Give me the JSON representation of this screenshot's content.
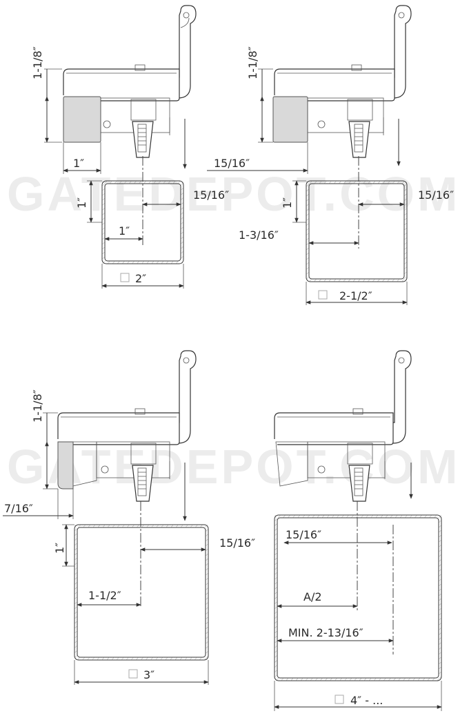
{
  "watermark": "GATEDEPOT.COM",
  "views": [
    {
      "id": "2in",
      "height": "1-1/8″",
      "side": "1″",
      "offset": "15/16″",
      "tube_half": "1″",
      "center": "1″",
      "tube": "2″"
    },
    {
      "id": "2-5in",
      "height": "1-1/8″",
      "side": "15/16″",
      "offset": "15/16″",
      "tube_half": "1″",
      "center": "1-3/16″",
      "tube": "2-1/2″"
    },
    {
      "id": "3in",
      "height": "1-1/8″",
      "side": "7/16″",
      "offset": "15/16″",
      "tube_half": "1″",
      "center": "1-1/2″",
      "tube": "3″"
    },
    {
      "id": "4in",
      "offset": "15/16″",
      "center": "A/2",
      "min": "MIN. 2-13/16″",
      "tube": "4″ - ..."
    }
  ]
}
